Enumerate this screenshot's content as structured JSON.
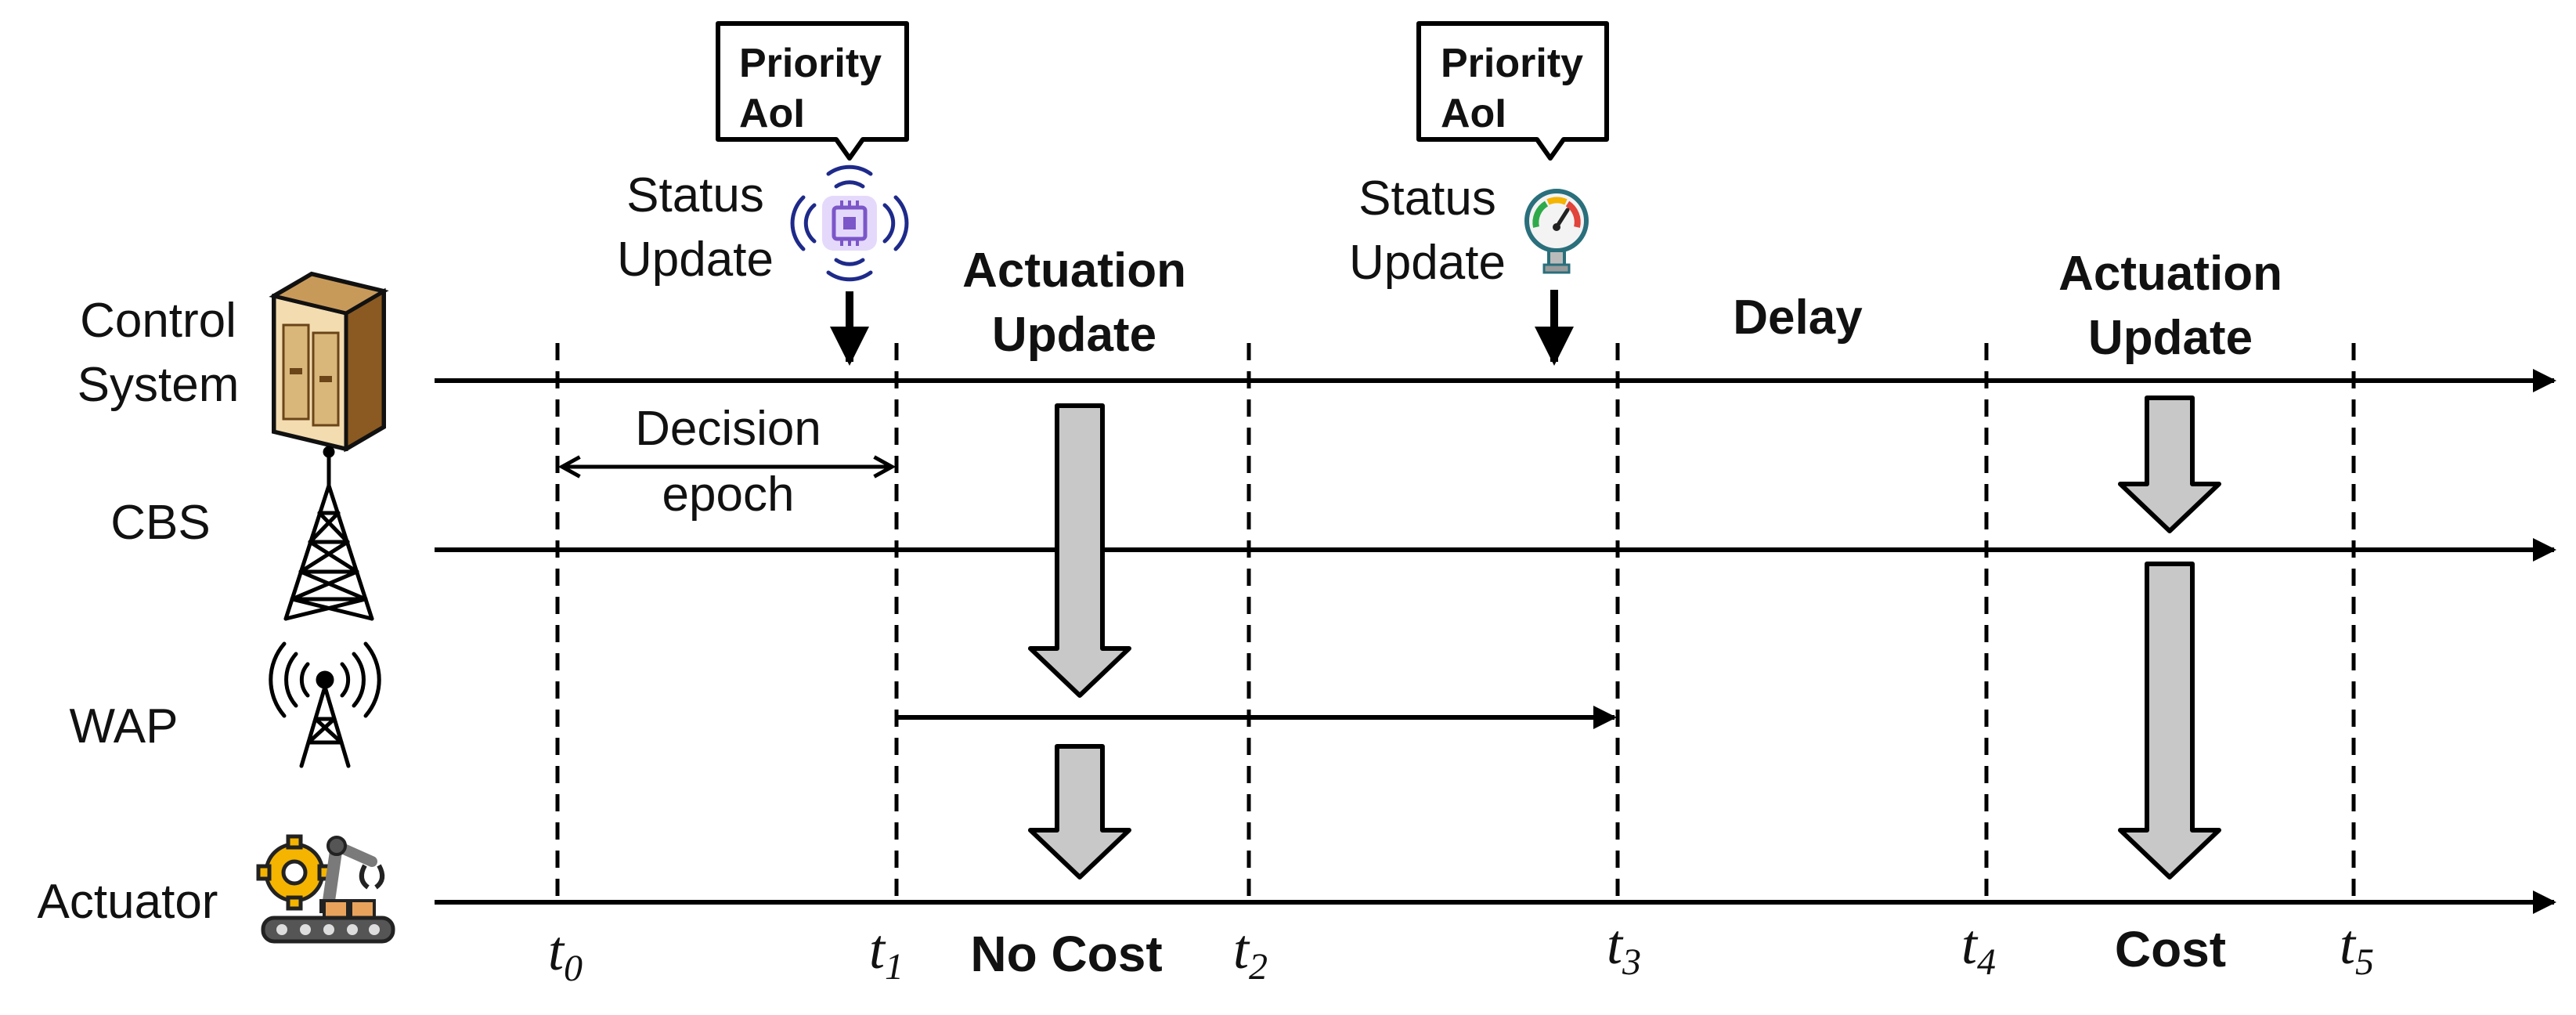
{
  "entities": {
    "control_system": [
      "Control",
      "System"
    ],
    "cbs": "CBS",
    "wap": "WAP",
    "actuator": "Actuator"
  },
  "time_ticks": [
    {
      "base": "t",
      "sub": "0"
    },
    {
      "base": "t",
      "sub": "1"
    },
    {
      "base": "t",
      "sub": "2"
    },
    {
      "base": "t",
      "sub": "3"
    },
    {
      "base": "t",
      "sub": "4"
    },
    {
      "base": "t",
      "sub": "5"
    }
  ],
  "callouts": {
    "first": [
      "Priority",
      "AoI"
    ],
    "second": [
      "Priority",
      "AoI"
    ]
  },
  "status_update": {
    "first": [
      "Status",
      "Update"
    ],
    "second": [
      "Status",
      "Update"
    ]
  },
  "decision_epoch": [
    "Decision",
    "epoch"
  ],
  "actuation_update": {
    "first": [
      "Actuation",
      "Update"
    ],
    "second": [
      "Actuation",
      "Update"
    ]
  },
  "delay_label": "Delay",
  "cost": {
    "none": "No Cost",
    "cost": "Cost"
  },
  "icon_names": [
    "server-cabinet-icon",
    "cell-tower-icon",
    "wireless-access-point-icon",
    "robot-arm-conveyor-icon",
    "wireless-chip-sensor-icon",
    "pressure-gauge-sensor-icon"
  ],
  "colors": {
    "line": "#000000",
    "arrow_fill": "#c8c8c8",
    "chip_purple": "#7b56c8",
    "chip_glow": "#e5d9fb",
    "cabinet_brown": "#8a5a22",
    "cabinet_light": "#f2dcb0",
    "gear_yellow": "#f4b400",
    "robot_gray": "#7a7a7a",
    "box_orange": "#e8a25c"
  }
}
